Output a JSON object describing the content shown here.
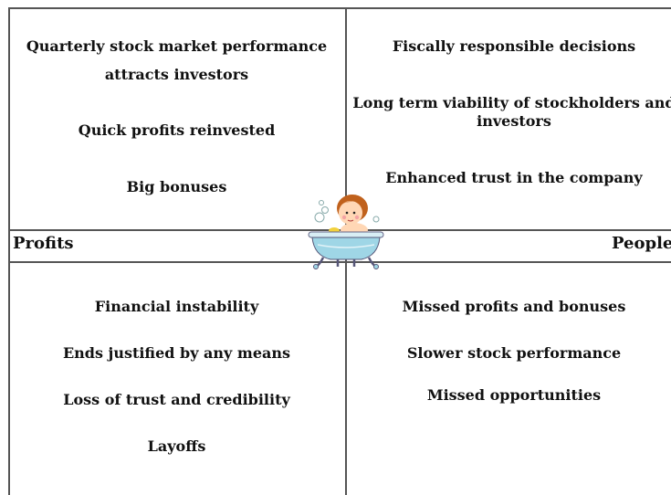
{
  "quadrants": {
    "top_left": [
      "Quarterly stock market performance",
      "attracts investors",
      "Quick profits reinvested",
      "Big bonuses"
    ],
    "top_right": [
      "Fiscally responsible decisions",
      "Long term viability of stockholders and",
      "investors",
      "Enhanced trust in the company"
    ],
    "bottom_left": [
      "Financial instability",
      "Ends justified by any means",
      "Loss of trust and credibility",
      "Layoffs"
    ],
    "bottom_right": [
      "Missed profits and bonuses",
      "Slower stock performance",
      "Missed opportunities"
    ]
  },
  "axis": {
    "left_label": "Profits",
    "right_label": "People"
  },
  "icon": "baby-in-bathtub-icon",
  "colors": {
    "line": "#555555",
    "tub": "#9fd6e6",
    "hair": "#c0611c"
  }
}
